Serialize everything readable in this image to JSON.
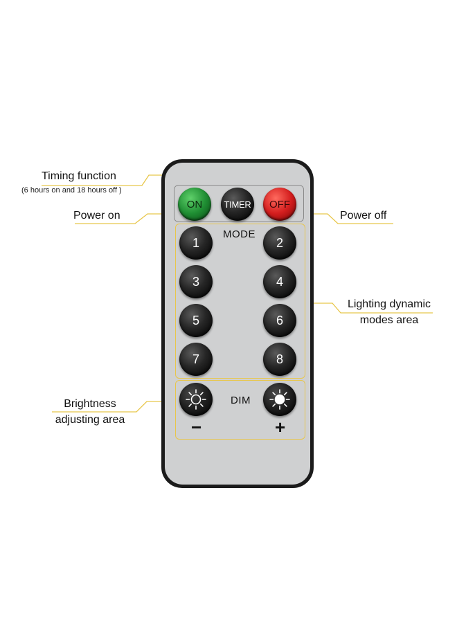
{
  "callouts": {
    "timing_title": "Timing function",
    "timing_sub": "(6 hours on and 18 hours off )",
    "power_on": "Power on",
    "power_off": "Power off",
    "modes_line1": "Lighting dynamic",
    "modes_line2": "modes area",
    "brightness_line1": "Brightness",
    "brightness_line2": "adjusting area"
  },
  "remote": {
    "on_label": "ON",
    "timer_label": "TIMER",
    "off_label": "OFF",
    "mode_label": "MODE",
    "mode_buttons": [
      "1",
      "2",
      "3",
      "4",
      "5",
      "6",
      "7",
      "8"
    ],
    "dim_label": "DIM",
    "minus_label": "−",
    "plus_label": "+"
  },
  "colors": {
    "on_button": "#1f8e33",
    "off_button": "#d41e1e",
    "highlight_box": "#e8c64a",
    "remote_body": "#cfd0d1",
    "remote_frame": "#1b1b1b"
  },
  "icons": {
    "dim_down": "sun-outline-icon",
    "dim_up": "sun-filled-icon"
  }
}
